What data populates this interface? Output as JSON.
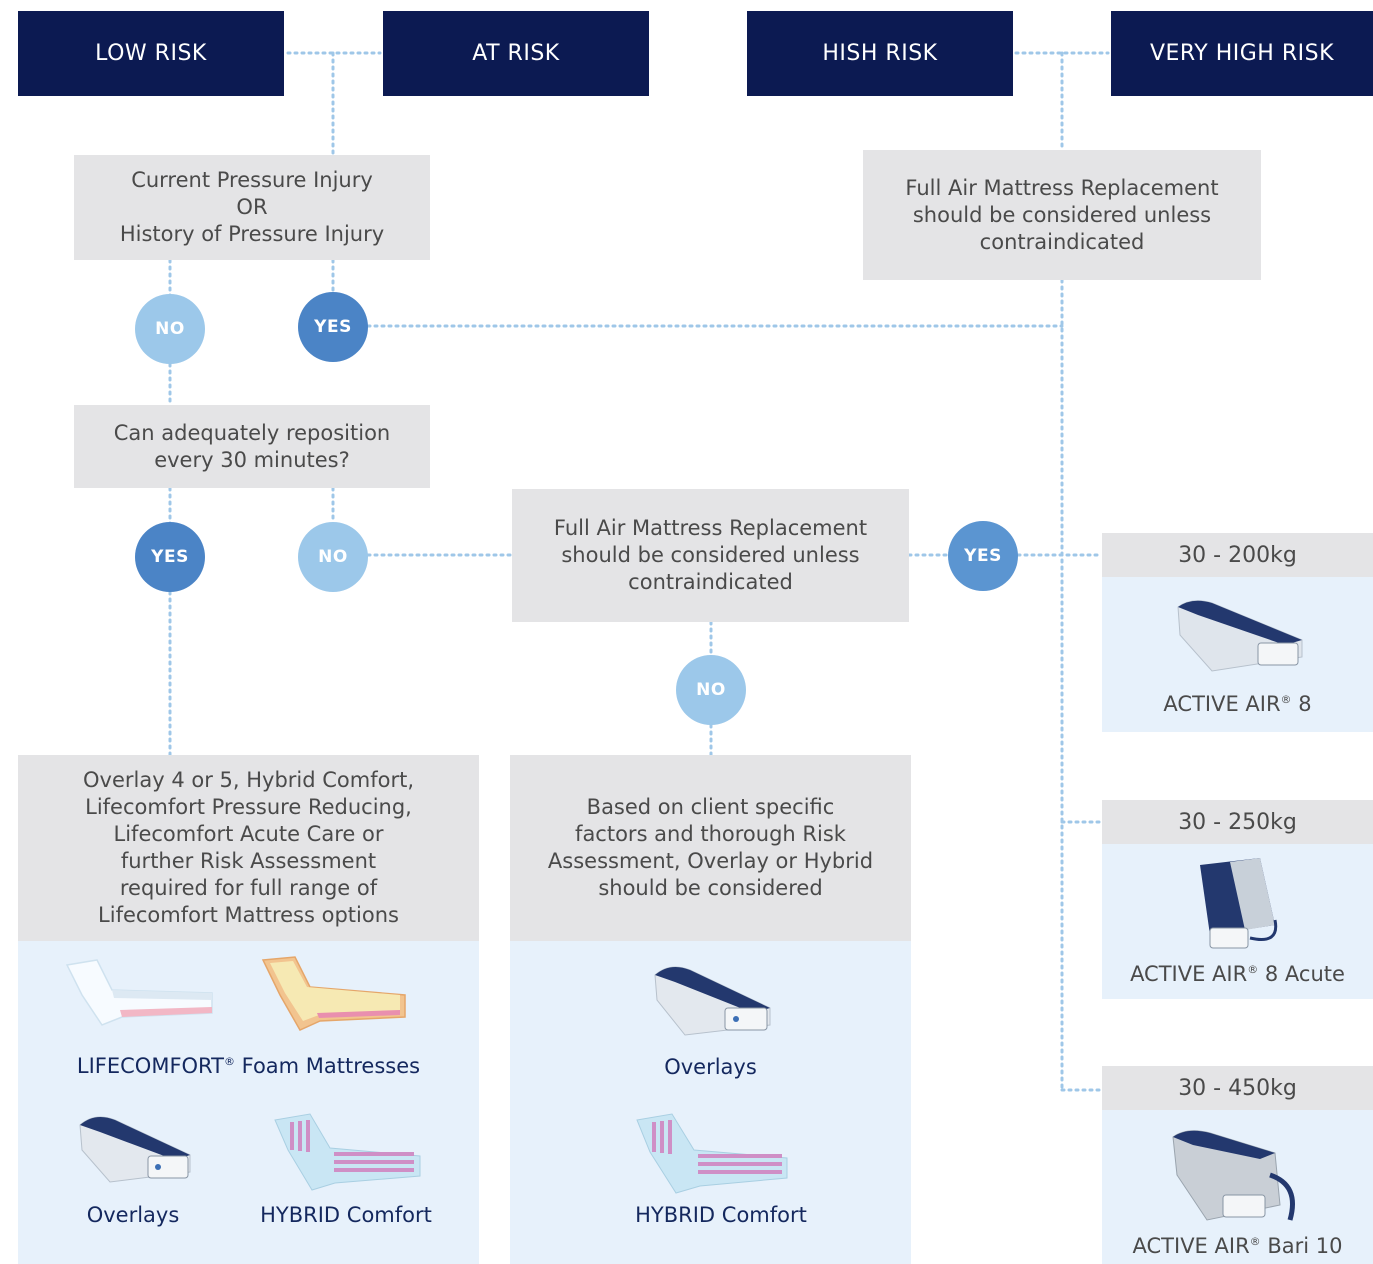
{
  "headers": [
    "LOW RISK",
    "AT RISK",
    "HISH RISK",
    "VERY HIGH RISK"
  ],
  "q_pressure_injury": [
    "Current Pressure Injury",
    "OR",
    "History of Pressure Injury"
  ],
  "full_air_top": [
    "Full Air Mattress Replacement",
    "should be considered unless",
    "contraindicated"
  ],
  "q_reposition": [
    "Can adequately reposition",
    "every 30 minutes?"
  ],
  "full_air_mid": [
    "Full Air Mattress Replacement",
    "should be considered unless",
    "contraindicated"
  ],
  "circles": {
    "no_1": "NO",
    "yes_1": "YES",
    "yes_2": "YES",
    "no_2": "NO",
    "yes_3": "YES",
    "no_3": "NO"
  },
  "overlay_box": [
    "Overlay 4 or 5, Hybrid Comfort,",
    "Lifecomfort Pressure Reducing,",
    "Lifecomfort Acute Care or",
    "further Risk Assessment",
    "required for full range of",
    "Lifecomfort Mattress options"
  ],
  "client_box": [
    "Based on client specific",
    "factors and thorough Risk",
    "Assessment, Overlay or Hybrid",
    "should be considered"
  ],
  "left_panel": {
    "foam_label": "LIFECOMFORT",
    "foam_label_rest": " Foam Mattresses",
    "overlays_label": "Overlays",
    "hybrid_label": "HYBRID Comfort"
  },
  "mid_panel": {
    "overlays_label": "Overlays",
    "hybrid_label": "HYBRID Comfort"
  },
  "products": [
    {
      "weight": "30 - 200kg",
      "name": "ACTIVE AIR",
      "suffix": " 8"
    },
    {
      "weight": "30 - 250kg",
      "name": "ACTIVE AIR",
      "suffix": " 8 Acute"
    },
    {
      "weight": "30 - 450kg",
      "name": "ACTIVE AIR",
      "suffix": " Bari 10"
    }
  ],
  "registered_mark": "®",
  "colors": {
    "header_navy": "#0c1a52",
    "grey_box": "#e4e4e6",
    "panel_blue": "#e7f1fb",
    "circle_light": "#9cc8ea",
    "circle_dark": "#4b84c6",
    "dotted_line": "#9fc7e8",
    "label_navy": "#14285e"
  }
}
